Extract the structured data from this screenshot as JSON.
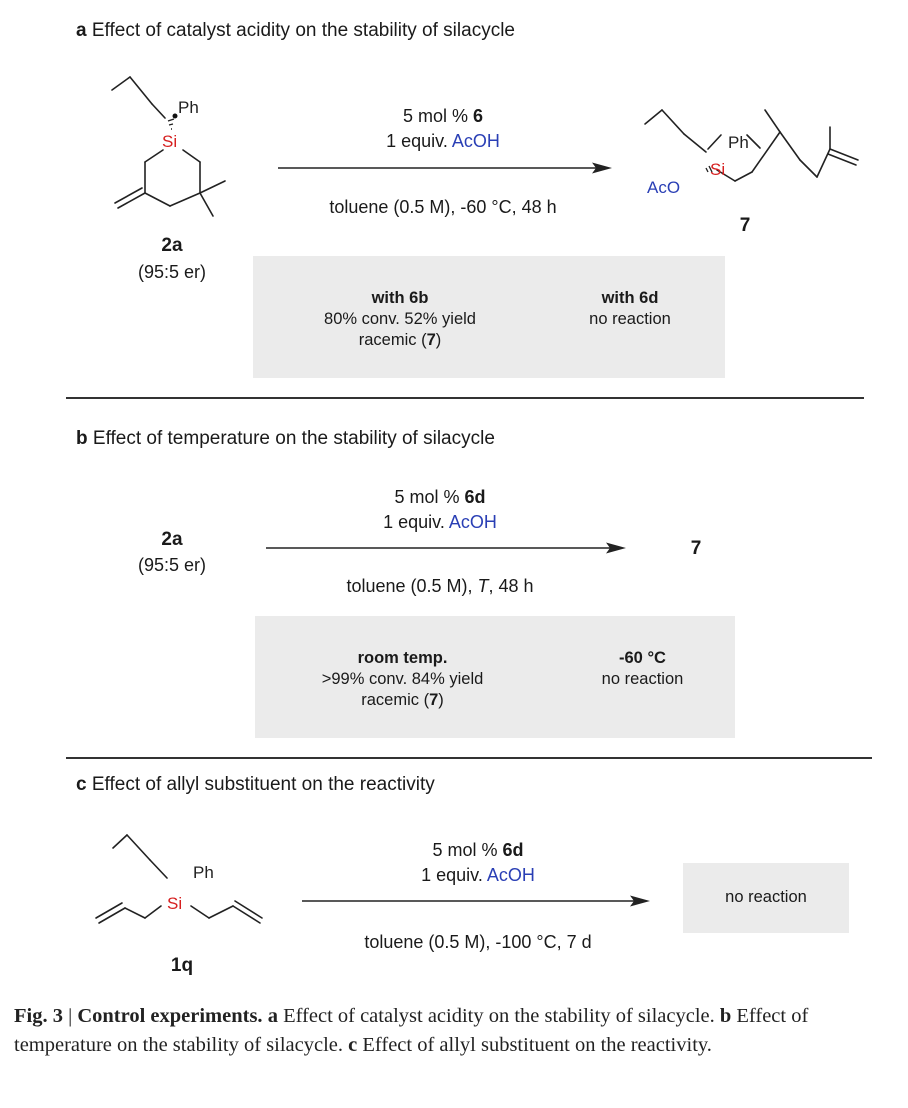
{
  "panel_a": {
    "title_letter": "a",
    "title_text": "Effect of catalyst acidity on the stability of silacycle",
    "condition_cat_prefix": "5 mol % ",
    "condition_cat": "6",
    "condition_acid_prefix": "1 equiv. ",
    "condition_acid": "AcOH",
    "condition_below": "toluene (0.5 M), -60 °C, 48 h",
    "reactant_label": "2a",
    "reactant_er": "(95:5 er)",
    "product_label": "7",
    "atoms": {
      "ph": "Ph",
      "si": "Si",
      "aco": "AcO"
    },
    "box_left_head": "with 6b",
    "box_left_line1": "80% conv. 52% yield",
    "box_left_line2_pre": "racemic (",
    "box_left_line2_cpd": "7",
    "box_left_line2_post": ")",
    "box_right_head": "with 6d",
    "box_right_line1": "no reaction"
  },
  "panel_b": {
    "title_letter": "b",
    "title_text": "Effect of temperature on the stability of silacycle",
    "condition_cat_prefix": "5 mol % ",
    "condition_cat": "6d",
    "condition_acid_prefix": "1 equiv. ",
    "condition_acid": "AcOH",
    "condition_below_pre": "toluene (0.5 M), ",
    "condition_below_T": "T",
    "condition_below_post": ", 48 h",
    "reactant_label": "2a",
    "reactant_er": "(95:5 er)",
    "product_label": "7",
    "box_left_head": "room temp.",
    "box_left_line1": ">99% conv. 84% yield",
    "box_left_line2_pre": "racemic (",
    "box_left_line2_cpd": "7",
    "box_left_line2_post": ")",
    "box_right_head": "-60 °C",
    "box_right_line1": "no reaction"
  },
  "panel_c": {
    "title_letter": "c",
    "title_text": "Effect of allyl substituent on the reactivity",
    "condition_cat_prefix": "5 mol % ",
    "condition_cat": "6d",
    "condition_acid_prefix": "1 equiv. ",
    "condition_acid": "AcOH",
    "condition_below": "toluene (0.5 M), -100 °C, 7 d",
    "reactant_label": "1q",
    "atoms": {
      "ph": "Ph",
      "si": "Si"
    },
    "result_box": "no reaction"
  },
  "caption": {
    "fig": "Fig. 3",
    "sep": " | ",
    "title": "Control experiments.",
    "a_letter": "a",
    "a_text": " Effect of catalyst acidity on the stability of silacycle.",
    "b_letter": "b",
    "b_text": " Effect of temperature on the stability of silacycle.",
    "c_letter": "c",
    "c_text": " Effect of allyl substituent on the reactivity."
  },
  "colors": {
    "si_red": "#d62020",
    "acoh_blue": "#2a3fb5",
    "box_grey": "#ebebeb"
  }
}
